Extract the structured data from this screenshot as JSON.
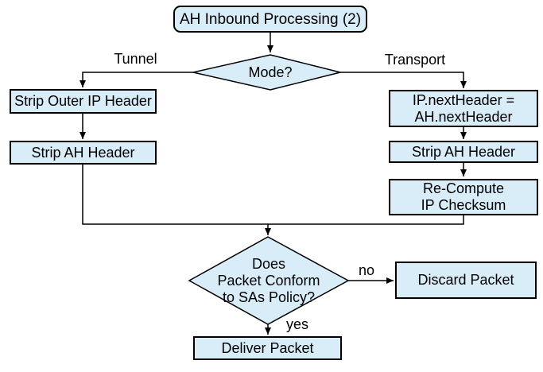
{
  "diagram": {
    "type": "flowchart",
    "title": "AH Inbound Processing (2)",
    "colors": {
      "node_fill": "#d8edf8",
      "node_border": "#000000",
      "connector": "#000000",
      "background": "#ffffff",
      "text": "#000000"
    },
    "nodes": {
      "start": {
        "label": "AH Inbound Processing (2)",
        "shape": "rounded-rectangle"
      },
      "mode_decision": {
        "label": "Mode?",
        "shape": "diamond"
      },
      "strip_outer_ip": {
        "label": "Strip Outer IP Header",
        "shape": "rectangle"
      },
      "strip_ah_tunnel": {
        "label": "Strip AH Header",
        "shape": "rectangle"
      },
      "ip_next_header": {
        "line1": "IP.nextHeader =",
        "line2": "AH.nextHeader",
        "shape": "rectangle"
      },
      "strip_ah_transport": {
        "label": "Strip AH Header",
        "shape": "rectangle"
      },
      "recompute_checksum": {
        "line1": "Re-Compute",
        "line2": "IP Checksum",
        "shape": "rectangle"
      },
      "policy_decision": {
        "line1": "Does",
        "line2": "Packet Conform",
        "line3": "to SAs Policy?",
        "shape": "diamond"
      },
      "discard_packet": {
        "label": "Discard Packet",
        "shape": "rectangle"
      },
      "deliver_packet": {
        "label": "Deliver Packet",
        "shape": "rectangle"
      }
    },
    "edge_labels": {
      "tunnel": "Tunnel",
      "transport": "Transport",
      "no": "no",
      "yes": "yes"
    },
    "edges": [
      {
        "from": "start",
        "to": "mode_decision",
        "label": ""
      },
      {
        "from": "mode_decision",
        "to": "strip_outer_ip",
        "label": "Tunnel"
      },
      {
        "from": "strip_outer_ip",
        "to": "strip_ah_tunnel",
        "label": ""
      },
      {
        "from": "mode_decision",
        "to": "ip_next_header",
        "label": "Transport"
      },
      {
        "from": "ip_next_header",
        "to": "strip_ah_transport",
        "label": ""
      },
      {
        "from": "strip_ah_transport",
        "to": "recompute_checksum",
        "label": ""
      },
      {
        "from": "strip_ah_tunnel",
        "to": "policy_decision",
        "label": ""
      },
      {
        "from": "recompute_checksum",
        "to": "policy_decision",
        "label": ""
      },
      {
        "from": "policy_decision",
        "to": "discard_packet",
        "label": "no"
      },
      {
        "from": "policy_decision",
        "to": "deliver_packet",
        "label": "yes"
      }
    ]
  }
}
